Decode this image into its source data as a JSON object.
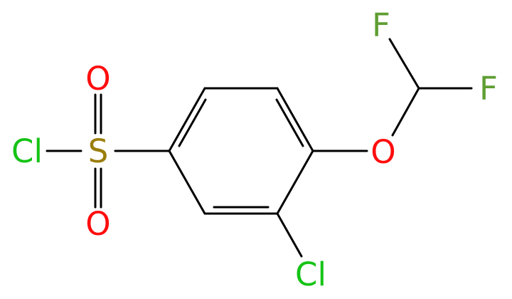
{
  "molecule": {
    "background_color": "#ffffff",
    "bond_color": "#000000",
    "atoms": [
      {
        "id": "cl-sulfonyl",
        "symbol": "Cl",
        "color": "#16c316"
      },
      {
        "id": "sulfur",
        "symbol": "S",
        "color": "#9a7d0b"
      },
      {
        "id": "o-top",
        "symbol": "O",
        "color": "#ff0d0d"
      },
      {
        "id": "o-bottom",
        "symbol": "O",
        "color": "#ff0d0d"
      },
      {
        "id": "o-ether",
        "symbol": "O",
        "color": "#ff0d0d"
      },
      {
        "id": "f-top",
        "symbol": "F",
        "color": "#5f9e33"
      },
      {
        "id": "f-right",
        "symbol": "F",
        "color": "#5f9e33"
      },
      {
        "id": "cl-ring",
        "symbol": "Cl",
        "color": "#16c316"
      }
    ],
    "bonds": [
      {
        "from": "cl-sulfonyl",
        "to": "sulfur",
        "order": 1
      },
      {
        "from": "sulfur",
        "to": "o-top",
        "order": 2
      },
      {
        "from": "sulfur",
        "to": "o-bottom",
        "order": 2
      },
      {
        "from": "sulfur",
        "to": "ring-c1",
        "order": 1
      },
      {
        "from": "ring-c1",
        "to": "ring-c2",
        "order": 2
      },
      {
        "from": "ring-c2",
        "to": "ring-c3",
        "order": 1
      },
      {
        "from": "ring-c3",
        "to": "ring-c4",
        "order": 2
      },
      {
        "from": "ring-c4",
        "to": "ring-c5",
        "order": 1
      },
      {
        "from": "ring-c5",
        "to": "ring-c6",
        "order": 2
      },
      {
        "from": "ring-c6",
        "to": "ring-c1",
        "order": 1
      },
      {
        "from": "ring-c4",
        "to": "o-ether",
        "order": 1
      },
      {
        "from": "o-ether",
        "to": "chf2-c",
        "order": 1
      },
      {
        "from": "chf2-c",
        "to": "f-top",
        "order": 1
      },
      {
        "from": "chf2-c",
        "to": "f-right",
        "order": 1
      },
      {
        "from": "ring-c5",
        "to": "cl-ring",
        "order": 1
      }
    ]
  }
}
